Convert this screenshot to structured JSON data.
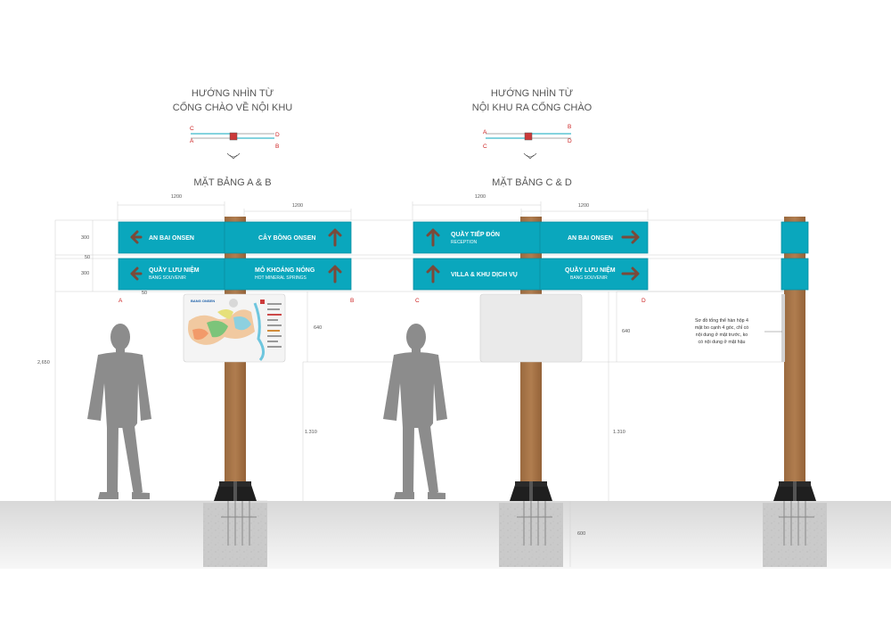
{
  "colors": {
    "sign": "#0aa7bd",
    "sign_edge": "#0b8fa3",
    "arrow": "#7a4a3a",
    "post": "#a9774a",
    "post_dark": "#8a5d36",
    "ground": "#dedede",
    "concrete": "#c9c9c9",
    "person": "#8c8c8c",
    "marker": "#cc1f1f"
  },
  "view1": {
    "heading_line1": "HƯỚNG NHÌN TỪ",
    "heading_line2": "CỔNG CHÀO VỀ NỘI KHU",
    "plan_label": "MẶT BẢNG A & B",
    "key_left_top": "C",
    "key_left_bottom": "A",
    "key_right_top": "D",
    "key_right_bottom": "B"
  },
  "view2": {
    "heading_line1": "HƯỚNG NHÌN TỪ",
    "heading_line2": "NỘI KHU RA CỔNG CHÀO",
    "plan_label": "MẶT BẢNG C & D",
    "key_left_top": "A",
    "key_left_bottom": "C",
    "key_right_top": "B",
    "key_right_bottom": "D"
  },
  "sign_ab": {
    "top_left": "AN BAI ONSEN",
    "top_right": "CÂY BỒNG ONSEN",
    "bottom_left": "QUẦY LƯU NIỆM",
    "bottom_left_sub": "BANG SOUVENIR",
    "bottom_right": "MỎ KHOÁNG NÓNG",
    "bottom_right_sub": "HOT MINERAL SPRINGS",
    "map_logo": "BANG ONSEN"
  },
  "sign_cd": {
    "top_left": "QUẦY TIẾP ĐÓN",
    "top_left_sub": "RECEPTION",
    "top_right": "AN BAI ONSEN",
    "bottom_left": "VILLA & KHU DỊCH VỤ",
    "bottom_right": "QUẦY LƯU NIỆM",
    "bottom_right_sub": "BANG SOUVENIR"
  },
  "labels": {
    "a": "A",
    "b": "B",
    "c": "C",
    "d": "D"
  },
  "dimensions": {
    "w1200_a": "1200",
    "w1200_b": "1200",
    "w1200_c": "1200",
    "w1200_d": "1200",
    "h300_top": "300",
    "h50": "50",
    "h300_bottom": "300",
    "w50": "50",
    "total_height": "2,650",
    "panel_640_a": "640",
    "panel_640_b": "640",
    "post_1310_a": "1.310",
    "post_1310_b": "1.310",
    "footing_600": "600"
  },
  "note": {
    "line1": "Sơ đồ tổng thể hàn hộp 4",
    "line2": "mặt bo cạnh 4 góc, chỉ có",
    "line3": "nội dung ở mặt trước, ko",
    "line4": "có nội dung ở mặt hậu"
  }
}
